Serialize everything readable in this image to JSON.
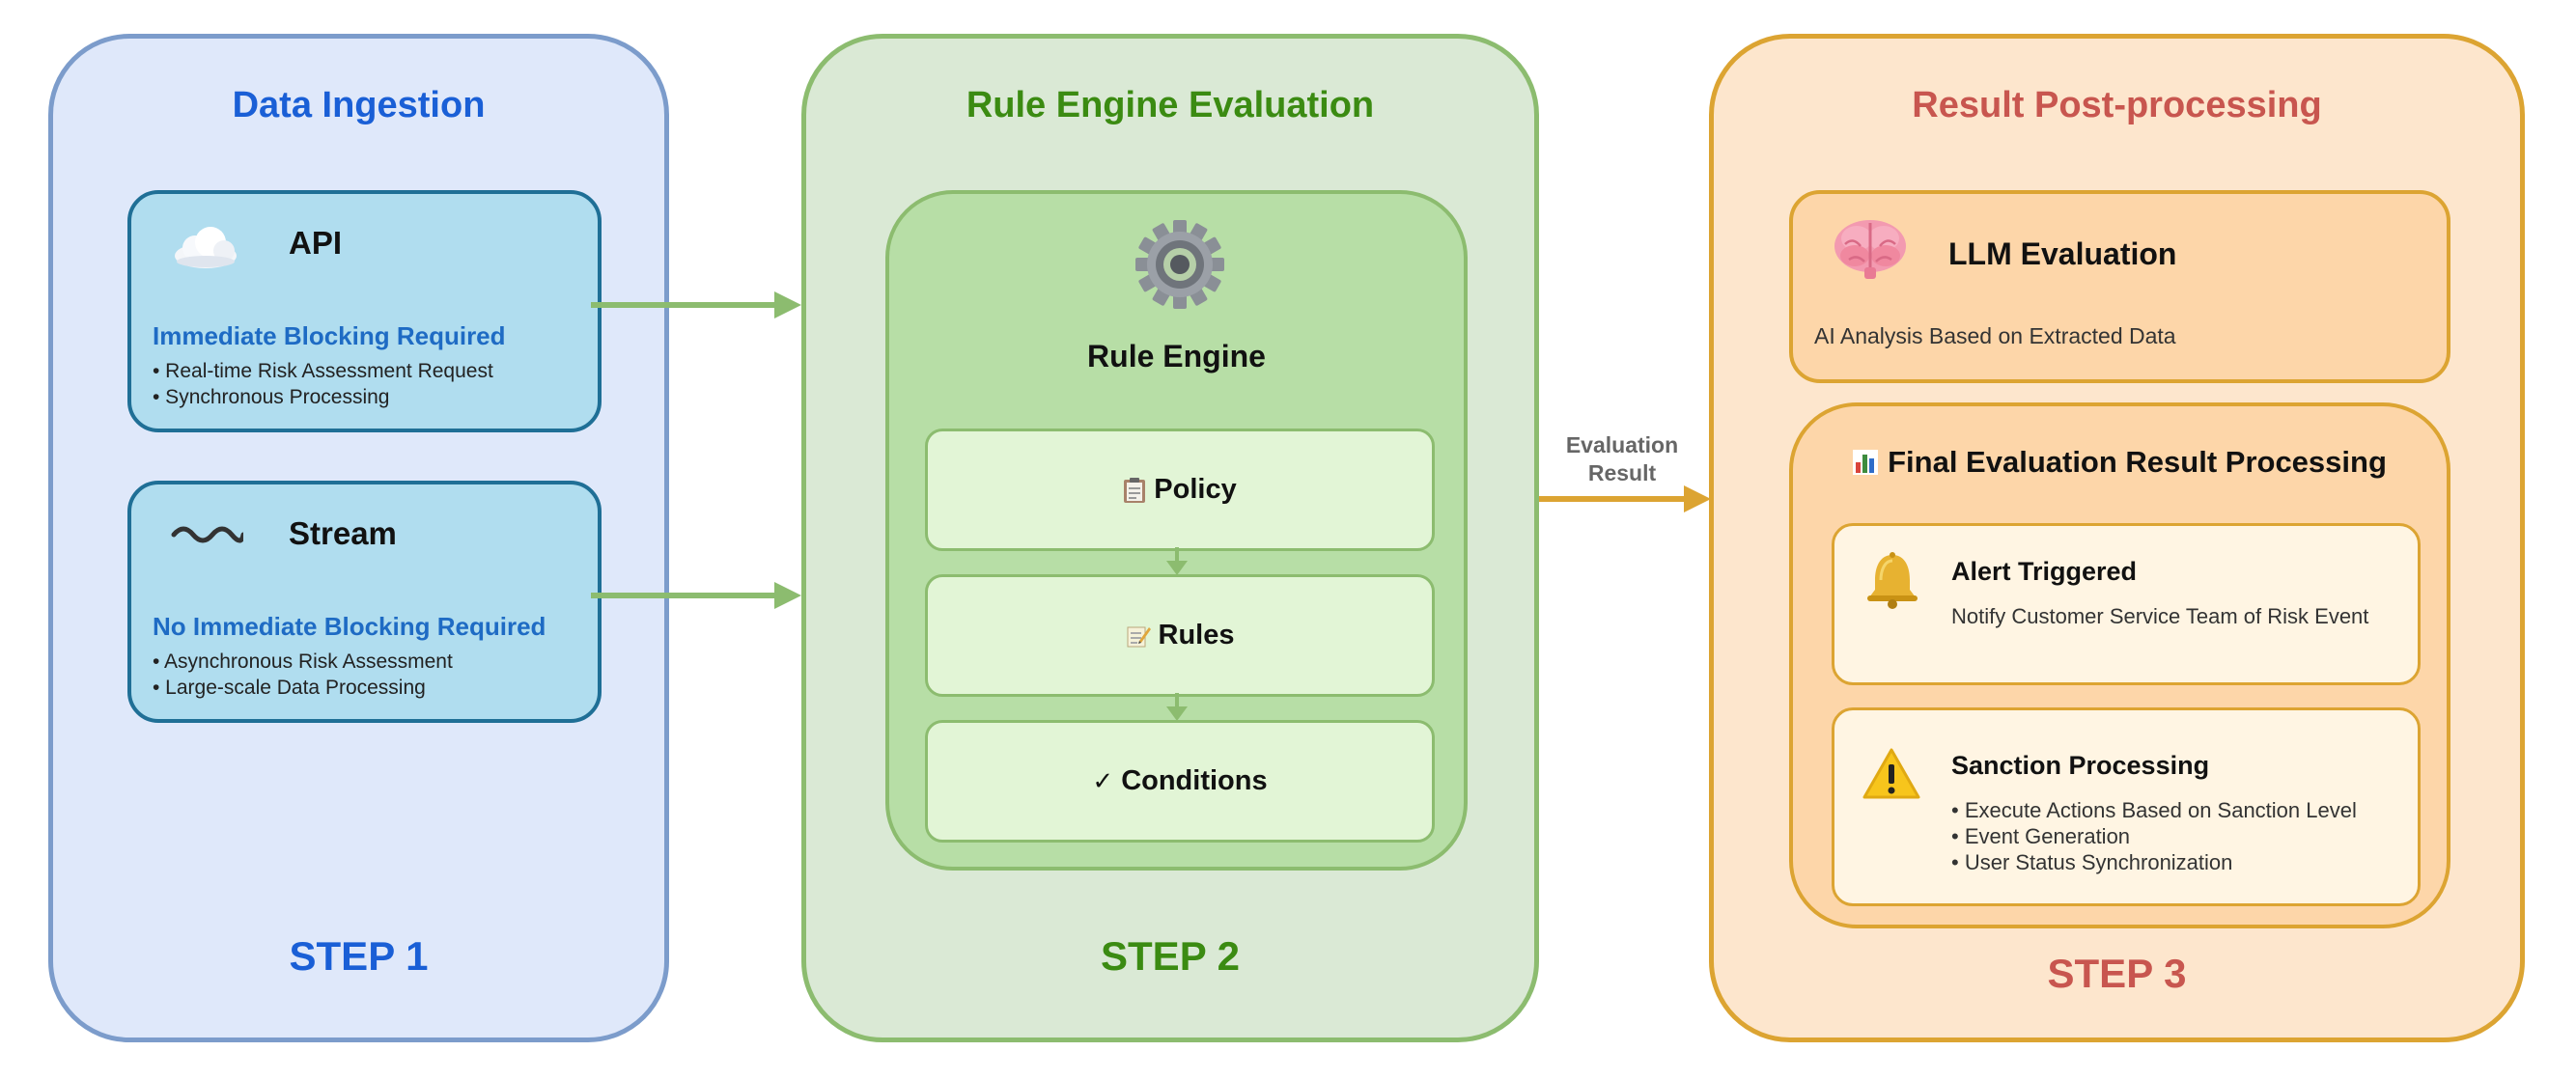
{
  "colors": {
    "ingestion_title": "#1a5fd6",
    "engine_title": "#3b8b12",
    "post_title": "#c8564f",
    "arrow_green": "#8cbc6f",
    "arrow_gold": "#dca432"
  },
  "step1": {
    "title": "Data Ingestion",
    "step_label": "STEP 1",
    "sources": [
      {
        "icon": "cloud-icon",
        "title": "API",
        "subtitle": "Immediate Blocking Required",
        "bullets": [
          "• Real-time Risk Assessment Request",
          "• Synchronous Processing"
        ]
      },
      {
        "icon": "wave-icon",
        "title": "Stream",
        "subtitle": "No Immediate Blocking Required",
        "bullets": [
          "• Asynchronous Risk Assessment",
          "• Large-scale Data Processing"
        ]
      }
    ]
  },
  "step2": {
    "title": "Rule Engine Evaluation",
    "step_label": "STEP 2",
    "engine_icon": "gear-icon",
    "engine_title": "Rule Engine",
    "items": [
      {
        "icon": "clipboard-icon",
        "label": "Policy"
      },
      {
        "icon": "memo-icon",
        "label": "Rules"
      },
      {
        "icon": "checkmark-icon",
        "label": "Conditions",
        "prefix": "✓"
      }
    ]
  },
  "connector": {
    "label_line1": "Evaluation",
    "label_line2": "Result"
  },
  "step3": {
    "title": "Result Post-processing",
    "step_label": "STEP 3",
    "llm": {
      "icon": "brain-icon",
      "title": "LLM Evaluation",
      "text": "AI Analysis Based on Extracted Data"
    },
    "final": {
      "icon": "bar-chart-icon",
      "title": "Final Evaluation Result Processing",
      "alert": {
        "icon": "bell-icon",
        "title": "Alert Triggered",
        "text": "Notify Customer Service Team of Risk Event"
      },
      "sanction": {
        "icon": "warning-icon",
        "title": "Sanction Processing",
        "bullets": [
          "• Execute Actions Based on Sanction Level",
          "• Event Generation",
          "• User Status Synchronization"
        ]
      }
    }
  }
}
